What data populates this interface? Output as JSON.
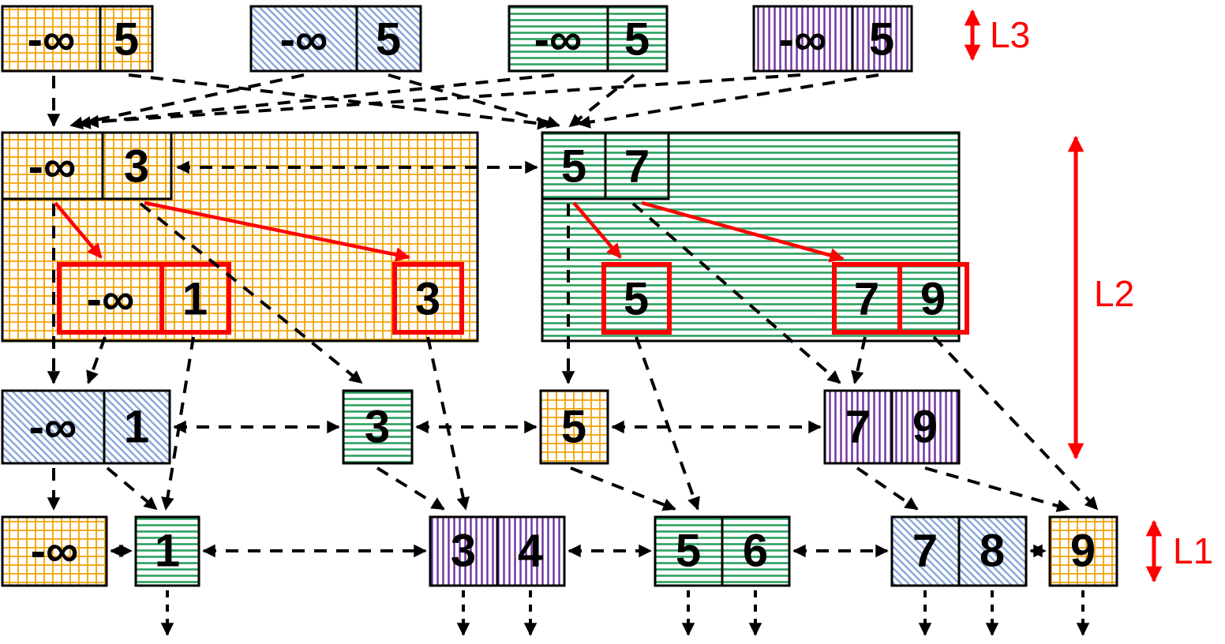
{
  "diagram": {
    "levels": {
      "l3": "L3",
      "l2": "L2",
      "l1": "L1"
    },
    "colors": {
      "orange": "#F2A104",
      "blue": "#85A3DA",
      "green": "#2BA05F",
      "purple": "#7030A0",
      "red": "#FE0000",
      "border": "#000000"
    },
    "l3_nodes": [
      {
        "id": "l3-orange",
        "pattern": "orange-grid",
        "cells": [
          "-∞",
          "5"
        ]
      },
      {
        "id": "l3-blue",
        "pattern": "blue-diagonal",
        "cells": [
          "-∞",
          "5"
        ]
      },
      {
        "id": "l3-green",
        "pattern": "green-horizontal",
        "cells": [
          "-∞",
          "5"
        ]
      },
      {
        "id": "l3-purple",
        "pattern": "purple-vertical",
        "cells": [
          "-∞",
          "5"
        ]
      }
    ],
    "l2_boxes": [
      {
        "id": "l2-box-orange",
        "pattern": "orange-grid",
        "header_cells": [
          "-∞",
          "3"
        ],
        "red_cells": [
          "-∞",
          "1",
          "3"
        ]
      },
      {
        "id": "l2-box-green",
        "pattern": "green-horizontal",
        "header_cells": [
          "5",
          "7"
        ],
        "red_cells": [
          "5",
          "7",
          "9"
        ]
      }
    ],
    "l2_row": [
      {
        "id": "l2-neginf-1",
        "pattern": "blue-diagonal",
        "cells": [
          "-∞",
          "1"
        ]
      },
      {
        "id": "l2-3",
        "pattern": "green-horizontal",
        "cells": [
          "3"
        ]
      },
      {
        "id": "l2-5",
        "pattern": "orange-grid",
        "cells": [
          "5"
        ]
      },
      {
        "id": "l2-7-9",
        "pattern": "purple-vertical",
        "cells": [
          "7",
          "9"
        ]
      }
    ],
    "l1_row": [
      {
        "id": "l1-neginf",
        "pattern": "orange-grid",
        "cells": [
          "-∞"
        ]
      },
      {
        "id": "l1-1",
        "pattern": "green-horizontal",
        "cells": [
          "1"
        ]
      },
      {
        "id": "l1-3-4",
        "pattern": "purple-vertical",
        "cells": [
          "3",
          "4"
        ]
      },
      {
        "id": "l1-5-6",
        "pattern": "green-horizontal",
        "cells": [
          "5",
          "6"
        ]
      },
      {
        "id": "l1-7-8",
        "pattern": "blue-diagonal",
        "cells": [
          "7",
          "8"
        ]
      },
      {
        "id": "l1-9",
        "pattern": "orange-grid",
        "cells": [
          "9"
        ]
      }
    ]
  }
}
